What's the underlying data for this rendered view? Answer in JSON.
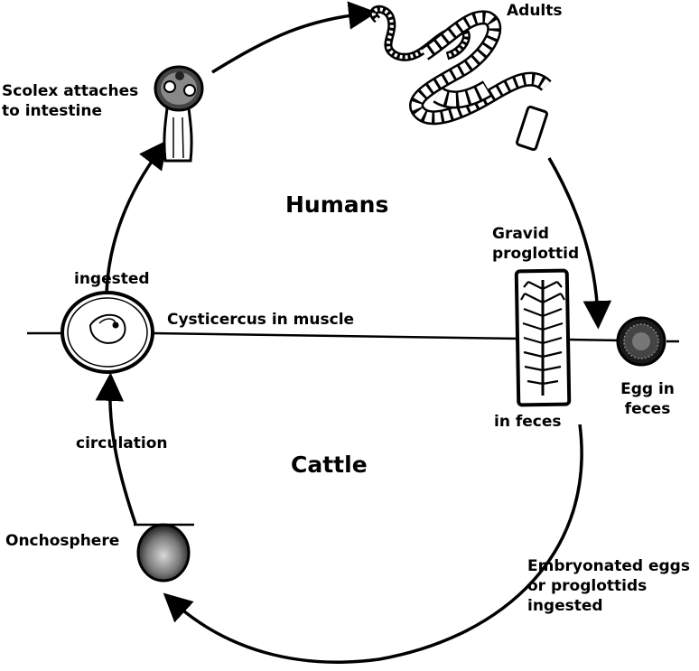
{
  "labels": {
    "adults": "Adults",
    "scolex": [
      "Scolex attaches",
      "to intestine"
    ],
    "humans": "Humans",
    "gravid": [
      "Gravid",
      "proglottid"
    ],
    "ingested": "ingested",
    "cysticercus": "Cysticercus in muscle",
    "in_feces": "in feces",
    "egg": [
      "Egg in",
      "feces"
    ],
    "circulation": "circulation",
    "cattle": "Cattle",
    "onchosphere": "Onchosphere",
    "embryonated": [
      "Embryonated eggs",
      "or proglottids",
      "ingested"
    ]
  }
}
